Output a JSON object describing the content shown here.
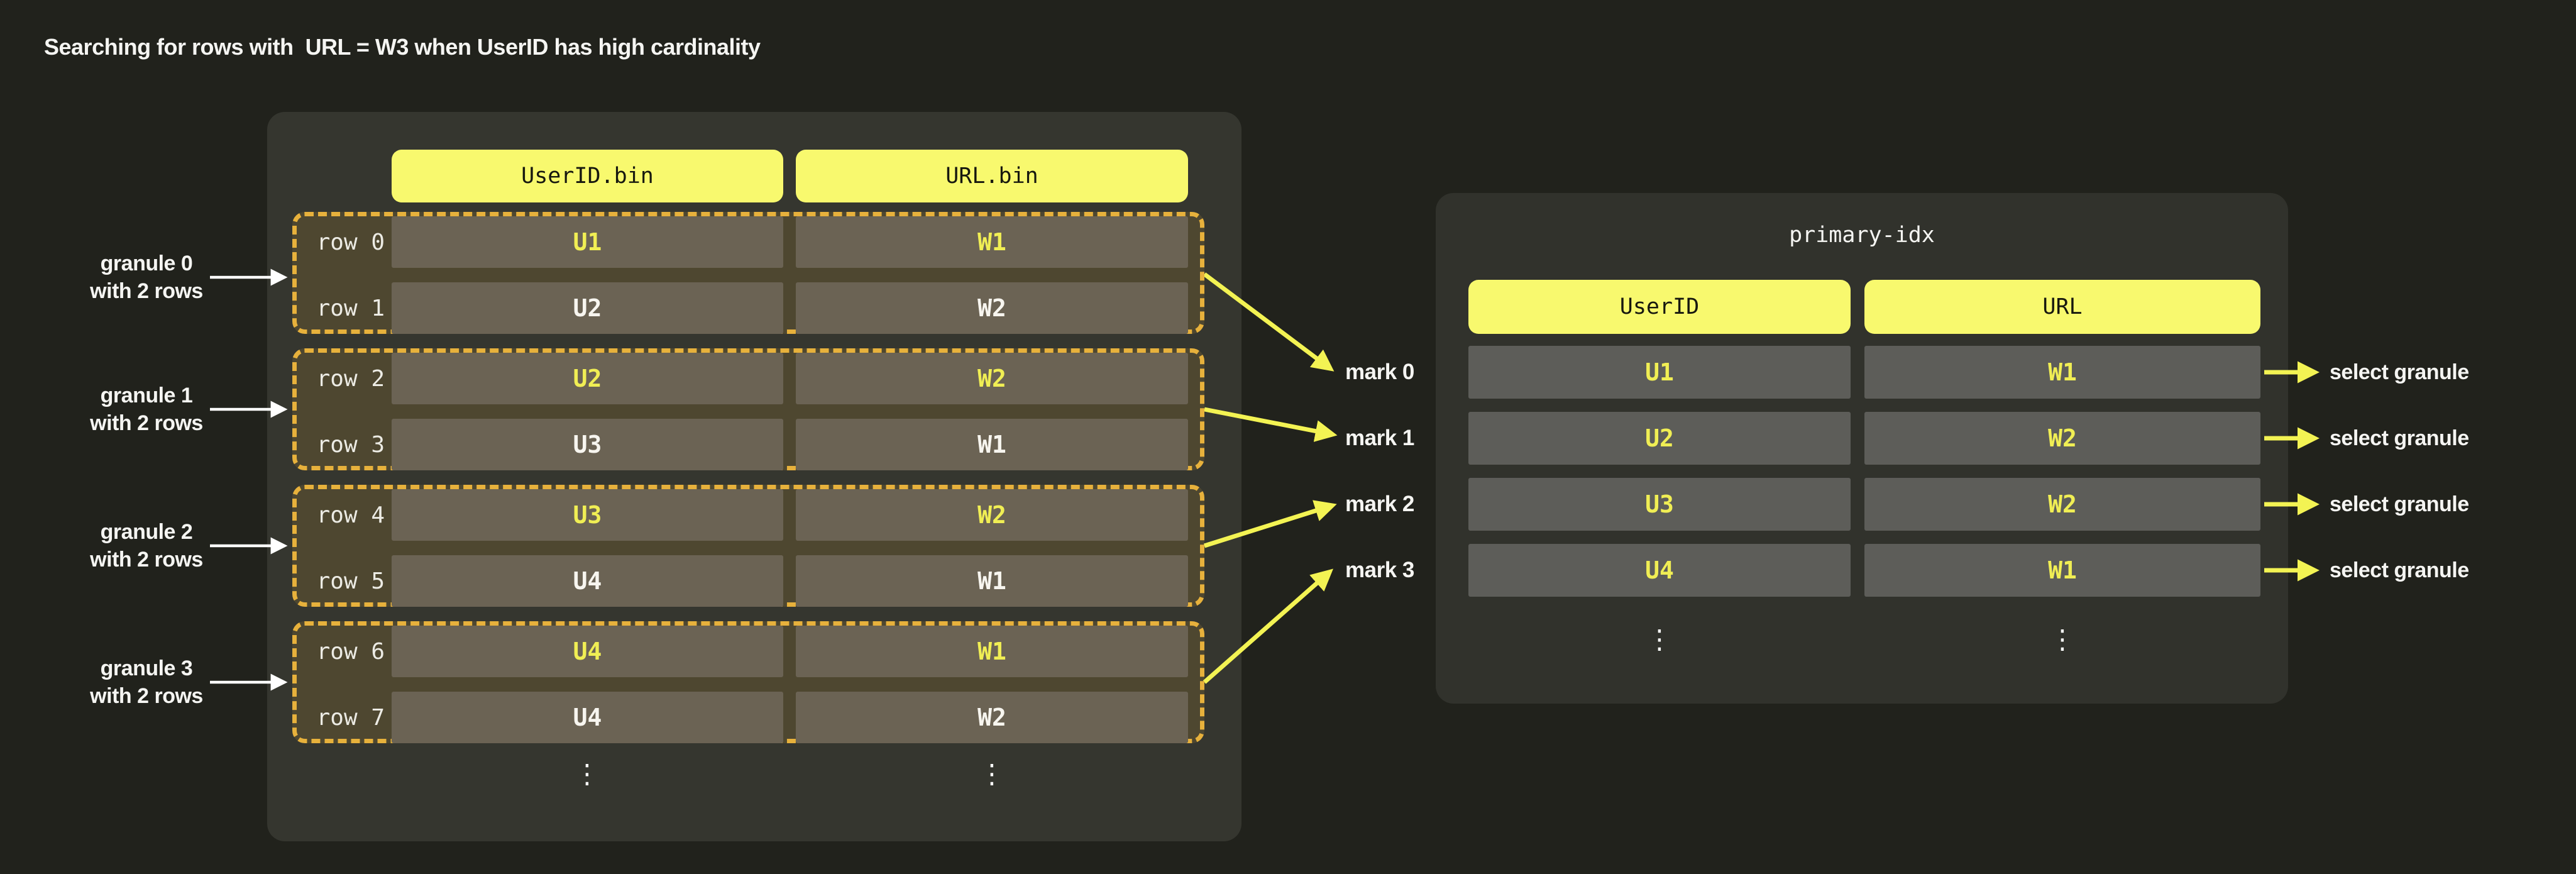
{
  "title": "Searching for rows with  URL = W3 when UserID has high cardinality",
  "bin_table": {
    "columns": [
      {
        "label": "UserID.bin"
      },
      {
        "label": "URL.bin"
      }
    ],
    "granules": [
      {
        "label": [
          "granule 0",
          "with 2 rows"
        ],
        "mark": "mark 0",
        "rows": [
          {
            "label": "row 0",
            "values": [
              "U1",
              "W1"
            ],
            "highlighted": true
          },
          {
            "label": "row 1",
            "values": [
              "U2",
              "W2"
            ],
            "highlighted": false
          }
        ]
      },
      {
        "label": [
          "granule 1",
          "with 2 rows"
        ],
        "mark": "mark 1",
        "rows": [
          {
            "label": "row 2",
            "values": [
              "U2",
              "W2"
            ],
            "highlighted": true
          },
          {
            "label": "row 3",
            "values": [
              "U3",
              "W1"
            ],
            "highlighted": false
          }
        ]
      },
      {
        "label": [
          "granule 2",
          "with 2 rows"
        ],
        "mark": "mark 2",
        "rows": [
          {
            "label": "row 4",
            "values": [
              "U3",
              "W2"
            ],
            "highlighted": true
          },
          {
            "label": "row 5",
            "values": [
              "U4",
              "W1"
            ],
            "highlighted": false
          }
        ]
      },
      {
        "label": [
          "granule 3",
          "with 2 rows"
        ],
        "mark": "mark 3",
        "rows": [
          {
            "label": "row 6",
            "values": [
              "U4",
              "W1"
            ],
            "highlighted": true
          },
          {
            "label": "row 7",
            "values": [
              "U4",
              "W2"
            ],
            "highlighted": false
          }
        ]
      }
    ],
    "ellipsis": "⋮"
  },
  "primary_index": {
    "title": "primary-idx",
    "columns": [
      {
        "label": "UserID"
      },
      {
        "label": "URL"
      }
    ],
    "rows": [
      {
        "values": [
          "U1",
          "W1"
        ],
        "action": "select granule"
      },
      {
        "values": [
          "U2",
          "W2"
        ],
        "action": "select granule"
      },
      {
        "values": [
          "U3",
          "W2"
        ],
        "action": "select granule"
      },
      {
        "values": [
          "U4",
          "W1"
        ],
        "action": "select granule"
      }
    ],
    "ellipsis": "⋮"
  },
  "colors": {
    "bg": "#21221c",
    "panel-left": "#35362f",
    "panel-right": "#31322c",
    "cell-left": "#6b6354",
    "cell-right": "#5d5d59",
    "header-bg": "#f8f96e",
    "header-text": "#17180f",
    "value-yellow": "#f0ee54",
    "value-white": "#f7f5ef",
    "text-white": "#f5f5f2",
    "granule-border": "#e7b13c",
    "granule-fill": "rgba(231,177,60,0.14)",
    "arrow-yellow": "#f3f353",
    "arrow-white": "#ffffff"
  }
}
